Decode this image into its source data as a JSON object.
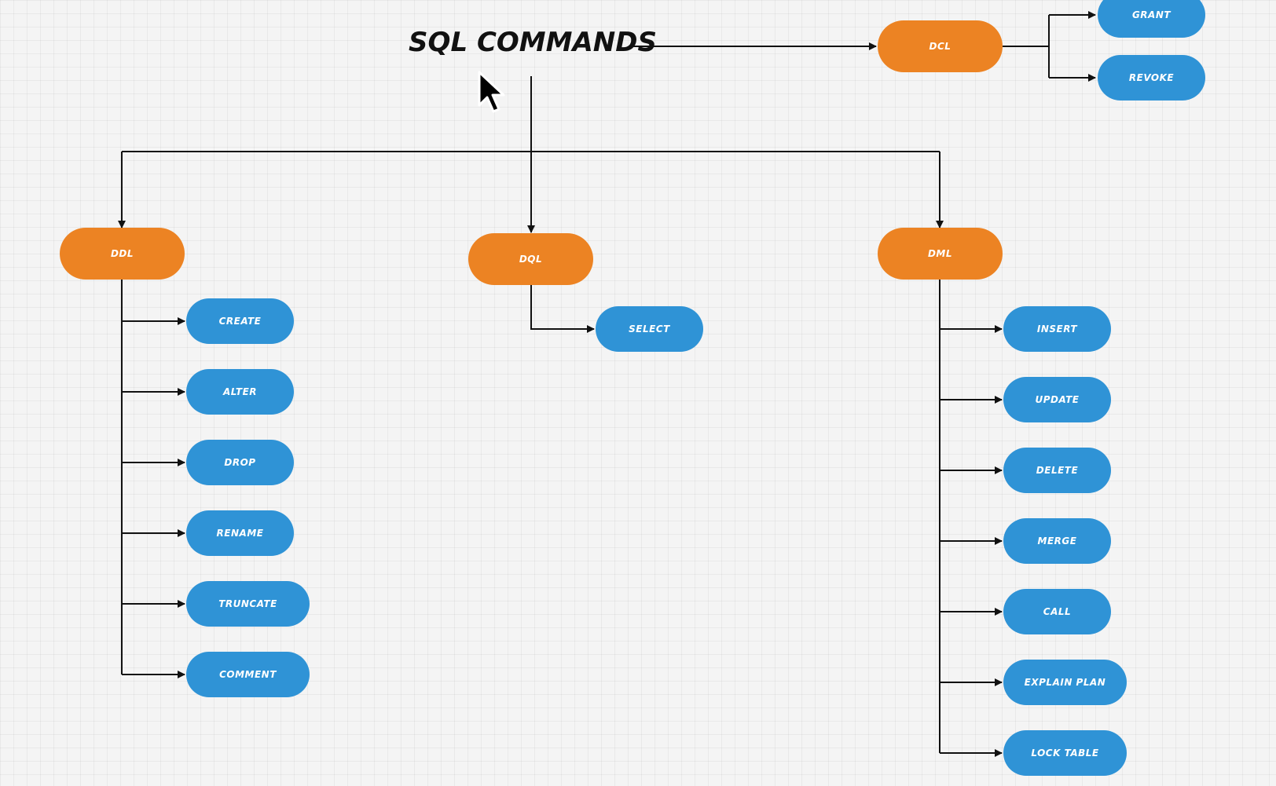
{
  "diagram": {
    "title": "SQL COMMANDS",
    "categories": {
      "dcl": "DCL",
      "ddl": "DDL",
      "dql": "DQL",
      "dml": "DML"
    },
    "dcl_commands": [
      "GRANT",
      "REVOKE"
    ],
    "ddl_commands": [
      "CREATE",
      "ALTER",
      "DROP",
      "RENAME",
      "TRUNCATE",
      "COMMENT"
    ],
    "dql_commands": [
      "SELECT"
    ],
    "dml_commands": [
      "INSERT",
      "UPDATE",
      "DELETE",
      "MERGE",
      "CALL",
      "EXPLAIN PLAN",
      "LOCK TABLE"
    ]
  },
  "colors": {
    "category": "#ec8323",
    "command": "#2f93d6",
    "line": "#111111",
    "background": "#f4f4f4"
  },
  "icons": {
    "cursor": "mouse-pointer-icon"
  }
}
